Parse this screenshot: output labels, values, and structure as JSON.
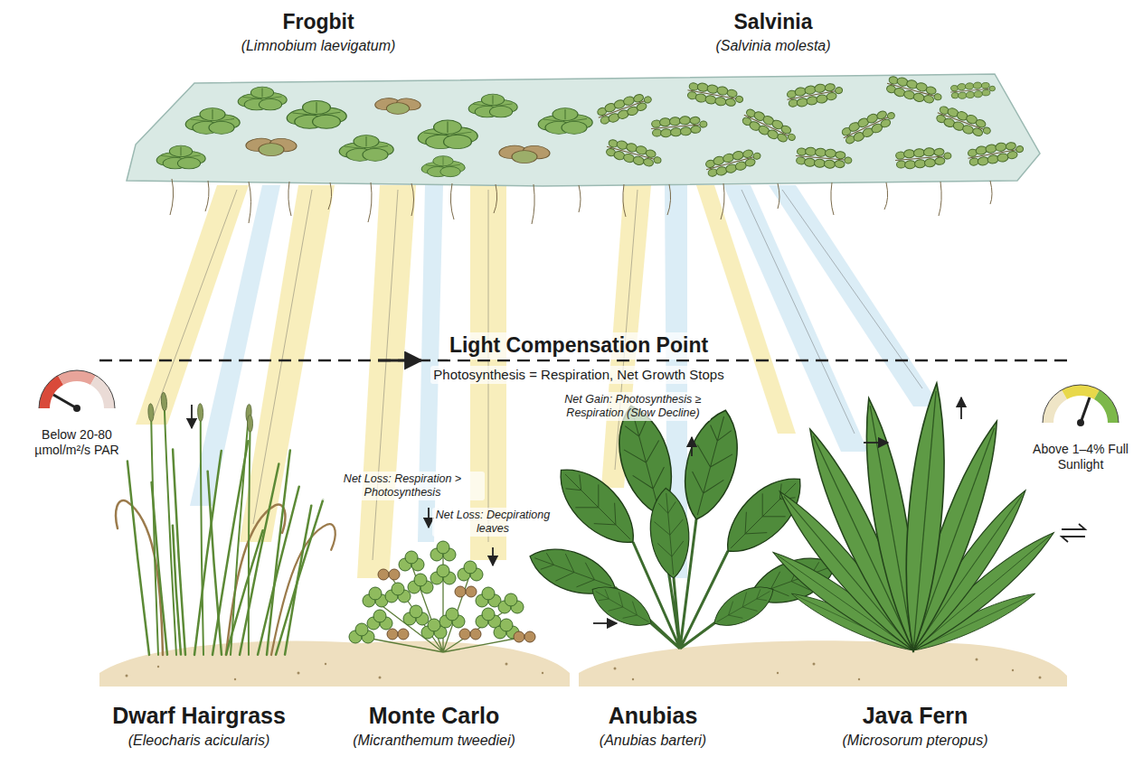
{
  "diagram": {
    "labels": [
      "Frogbit",
      "(Limnobium laevigatum)",
      "Salvinia",
      "(Salvinia molesta)",
      "Light Compensation Point",
      "Photosynthesis = Respiration, Net Growth Stops",
      "Below 20-80 µmol/m²/s PAR",
      "Net Gain: Photosynthesis ≥ Respiration (Slow Decline)",
      "Above 1–4% Full Sunlight",
      "Net Loss: Respiration > Photosynthesis",
      "Net Loss: Decpirationg leaves",
      "Dwarf Hairgrass",
      "(Eleocharis acicularis)",
      "Monte Carlo",
      "(Micranthemum tweediei)",
      "Anubias",
      "(Anubias barteri)",
      "Java Fern",
      "(Microsorum pteropus)"
    ]
  }
}
